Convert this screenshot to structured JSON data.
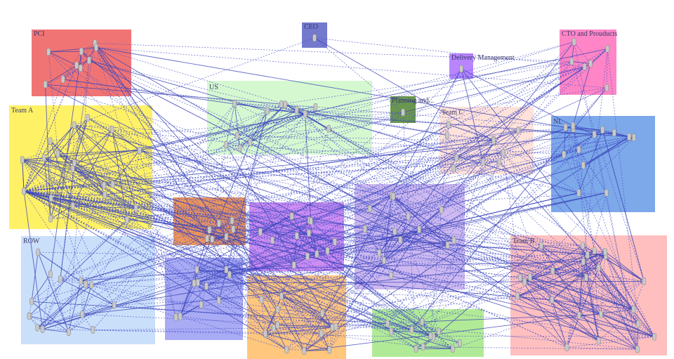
{
  "diagram": {
    "clusters": [
      {
        "id": "pci",
        "label": "PCI",
        "color": "#ee5c5c"
      },
      {
        "id": "ceo",
        "label": "CEO",
        "color": "#5a62c4"
      },
      {
        "id": "cto",
        "label": "CTO and Prouducts",
        "color": "#ff78c0"
      },
      {
        "id": "delivery",
        "label": "Delivery Management",
        "color": "#b078ff"
      },
      {
        "id": "us",
        "label": "US",
        "color": "#c8f5c0"
      },
      {
        "id": "planning",
        "label": "Planning and...",
        "color": "#5a8c3c"
      },
      {
        "id": "teama",
        "label": "Team A",
        "color": "#fff055"
      },
      {
        "id": "teamc",
        "label": "Team C",
        "color": "#ffd8cc"
      },
      {
        "id": "teamright",
        "label": "NL",
        "color": "#6f9fe8"
      },
      {
        "id": "row",
        "label": "ROW",
        "color": "#c4dcfa"
      },
      {
        "id": "orange1",
        "label": "",
        "color": "#e8884c"
      },
      {
        "id": "purple1",
        "label": "",
        "color": "#c070f0"
      },
      {
        "id": "lavender",
        "label": "",
        "color": "#c0a8ec"
      },
      {
        "id": "blue2",
        "label": "",
        "color": "#9a9cf2"
      },
      {
        "id": "orange2",
        "label": "",
        "color": "#ffc070"
      },
      {
        "id": "green2",
        "label": "",
        "color": "#a8e88c"
      },
      {
        "id": "teamb",
        "label": "Team B",
        "color": "#ffb8b8"
      }
    ],
    "edge_color": "#4650c8"
  }
}
